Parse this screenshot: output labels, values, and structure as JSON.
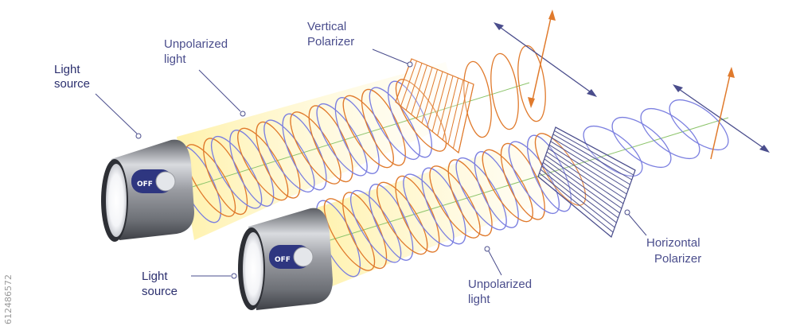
{
  "labels": {
    "light_source_top": [
      "Light",
      "source"
    ],
    "light_source_bottom": [
      "Light",
      "source"
    ],
    "unpolarized_top": [
      "Unpolarized",
      "light"
    ],
    "unpolarized_bottom": [
      "Unpolarized",
      "light"
    ],
    "vertical_polarizer": [
      "Vertical",
      "Polarizer"
    ],
    "horizontal_polarizer": [
      "Horizontal",
      "Polarizer"
    ],
    "switch_top": "OFF",
    "switch_bottom": "OFF"
  },
  "watermark": "612486572",
  "colors": {
    "label": "#4a4d8c",
    "wave_blue": "#7b7fe0",
    "wave_orange": "#e07a2c",
    "axis_green": "#8cc46a",
    "arrow_navy": "#4a4d8c",
    "beam_yellow": "#fff3b0"
  }
}
